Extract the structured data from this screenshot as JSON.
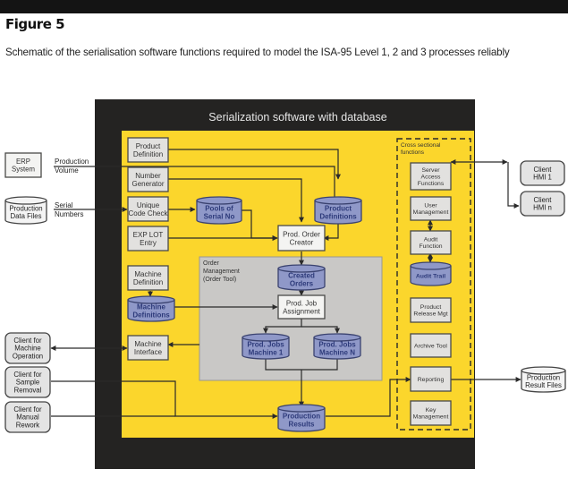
{
  "figure": {
    "title": "Figure 5",
    "caption": "Schematic of the serialisation software functions required to model the ISA-95 Level 1, 2 and 3 processes reliably"
  },
  "diagram": {
    "container_title": "Serialization software with database",
    "colors": {
      "outer_frame": "#242322",
      "yellow_area": "#fbd62c",
      "order_mgmt_area": "#c9c8c6",
      "process_box": "#e2e1df",
      "database": "#8f98c8",
      "database_text": "#2d3a7a",
      "line": "#2a2a2a"
    },
    "external_left": {
      "erp": {
        "lines": [
          "ERP",
          "System"
        ],
        "edge_label": [
          "Production",
          "Volume"
        ]
      },
      "production_data_files": {
        "lines": [
          "Production",
          "Data Files"
        ],
        "edge_label": [
          "Serial",
          "Numbers"
        ]
      },
      "client_machine_operation": {
        "lines": [
          "Client for",
          "Machine",
          "Operation"
        ]
      },
      "client_sample_removal": {
        "lines": [
          "Client for",
          "Sample",
          "Removal"
        ]
      },
      "client_manual_rework": {
        "lines": [
          "Client for",
          "Manual",
          "Rework"
        ]
      }
    },
    "external_right": {
      "client_hmi_1": {
        "lines": [
          "Client",
          "HMI 1"
        ]
      },
      "client_hmi_n": {
        "lines": [
          "Client",
          "HMI n"
        ]
      },
      "production_result_files": {
        "lines": [
          "Production",
          "Result Files"
        ]
      }
    },
    "left_column": {
      "product_definition": {
        "lines": [
          "Product",
          "Definition"
        ]
      },
      "number_generator": {
        "lines": [
          "Number",
          "Generator"
        ]
      },
      "unique_code_check": {
        "lines": [
          "Unique",
          "Code Check"
        ]
      },
      "exp_lot_entry": {
        "lines": [
          "EXP LOT",
          "Entry"
        ]
      },
      "machine_definition": {
        "lines": [
          "Machine",
          "Definition"
        ]
      },
      "machine_definitions_db": {
        "lines": [
          "Machine",
          "Definitions"
        ]
      },
      "machine_interface": {
        "lines": [
          "Machine",
          "Interface"
        ]
      }
    },
    "center": {
      "pools_of_serial_no": {
        "lines": [
          "Pools of",
          "Serial No"
        ]
      },
      "product_definitions_db": {
        "lines": [
          "Product",
          "Definitions"
        ]
      },
      "prod_order_creator": {
        "lines": [
          "Prod. Order",
          "Creator"
        ]
      },
      "order_management": {
        "lines": [
          "Order",
          "Management",
          "(Order Tool)"
        ]
      },
      "created_orders": {
        "lines": [
          "Created",
          "Orders"
        ]
      },
      "prod_job_assignment": {
        "lines": [
          "Prod. Job",
          "Assignment"
        ]
      },
      "prod_jobs_machine_1": {
        "lines": [
          "Prod. Jobs",
          "Machine 1"
        ]
      },
      "prod_jobs_machine_n": {
        "lines": [
          "Prod. Jobs",
          "Machine N"
        ]
      },
      "production_results": {
        "lines": [
          "Production",
          "Results"
        ]
      }
    },
    "cross_sectional": {
      "title": [
        "Cross sectional",
        "functions"
      ],
      "server_access_functions": {
        "lines": [
          "Server",
          "Access",
          "Functions"
        ]
      },
      "user_management": {
        "lines": [
          "User",
          "Management"
        ]
      },
      "audit_function": {
        "lines": [
          "Audit",
          "Function"
        ]
      },
      "audit_trail": {
        "lines": [
          "Audit Trail"
        ]
      },
      "product_release_mgt": {
        "lines": [
          "Product",
          "Release Mgt"
        ]
      },
      "archive_tool": {
        "lines": [
          "Archive Tool"
        ]
      },
      "reporting": {
        "lines": [
          "Reporting"
        ]
      },
      "key_management": {
        "lines": [
          "Key",
          "Management"
        ]
      }
    }
  }
}
